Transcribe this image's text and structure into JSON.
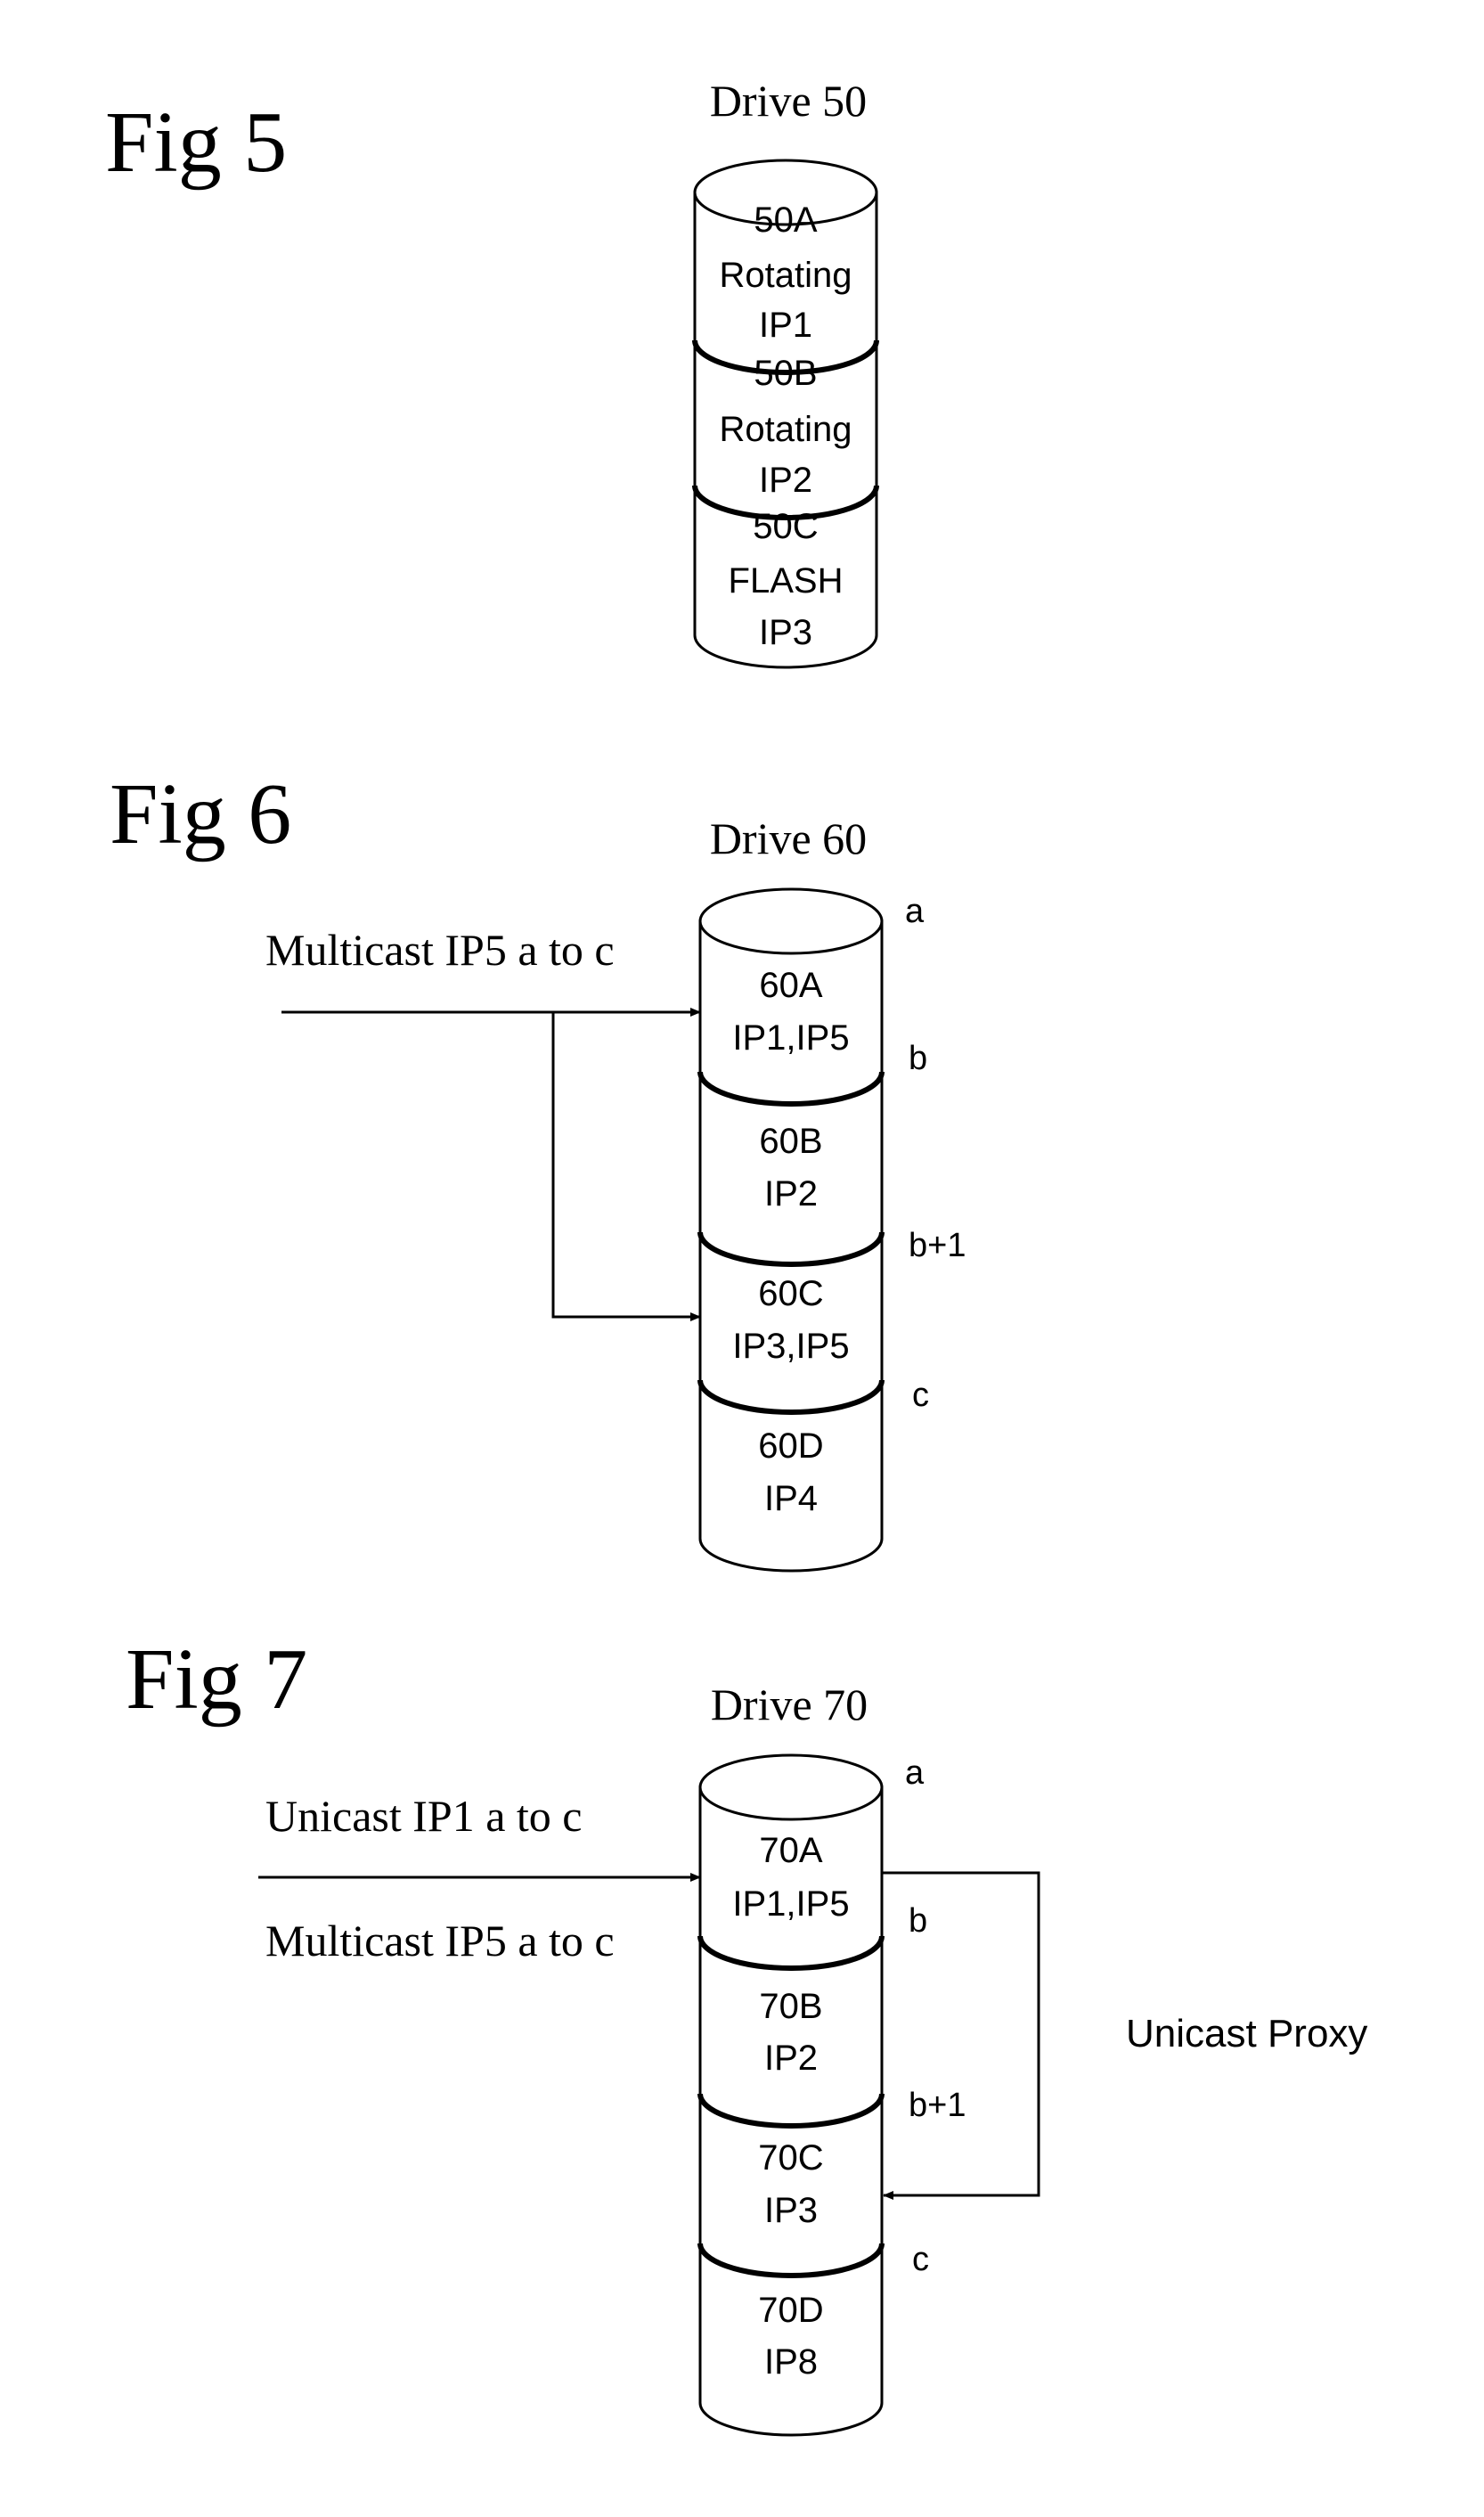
{
  "fig5": {
    "label": "Fig 5",
    "drive_title": "Drive 50",
    "segments": [
      {
        "lines": [
          "50A",
          "Rotating",
          "IP1"
        ]
      },
      {
        "lines": [
          "50B",
          "Rotating",
          "IP2"
        ]
      },
      {
        "lines": [
          "50C",
          "FLASH",
          "IP3"
        ]
      }
    ]
  },
  "fig6": {
    "label": "Fig 6",
    "drive_title": "Drive 60",
    "multicast_label": "Multicast IP5 a to c",
    "positions": [
      "a",
      "b",
      "b+1",
      "c"
    ],
    "segments": [
      {
        "lines": [
          "60A",
          "IP1,IP5"
        ]
      },
      {
        "lines": [
          "60B",
          "IP2"
        ]
      },
      {
        "lines": [
          "60C",
          "IP3,IP5"
        ]
      },
      {
        "lines": [
          "60D",
          "IP4"
        ]
      }
    ]
  },
  "fig7": {
    "label": "Fig 7",
    "drive_title": "Drive 70",
    "unicast_label": "Unicast IP1 a to c",
    "multicast_label": "Multicast IP5 a to c",
    "proxy_label": "Unicast Proxy",
    "positions": [
      "a",
      "b",
      "b+1",
      "c"
    ],
    "segments": [
      {
        "lines": [
          "70A",
          "IP1,IP5"
        ]
      },
      {
        "lines": [
          "70B",
          "IP2"
        ]
      },
      {
        "lines": [
          "70C",
          "IP3"
        ]
      },
      {
        "lines": [
          "70D",
          "IP8"
        ]
      }
    ]
  }
}
